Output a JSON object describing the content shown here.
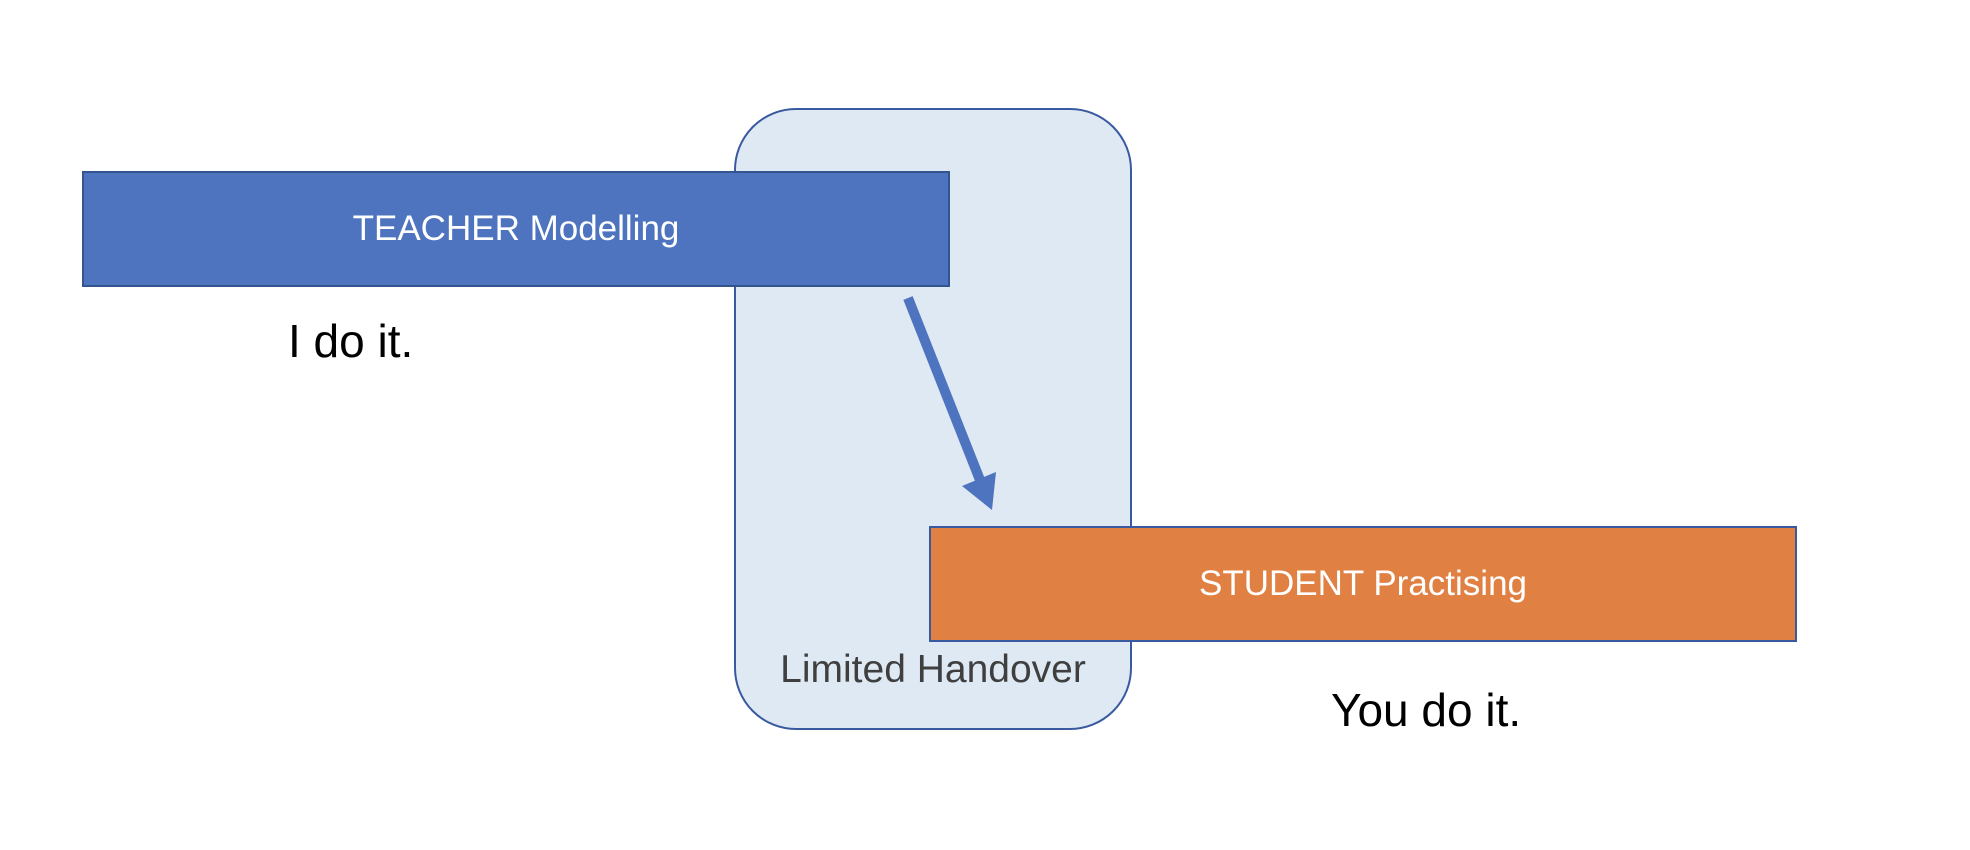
{
  "diagram": {
    "teacher": {
      "label": "TEACHER Modelling",
      "caption": "I do it.",
      "color": "#4e74bf"
    },
    "student": {
      "label": "STUDENT Practising",
      "caption": "You do it.",
      "color": "#e08043"
    },
    "handover": {
      "label": "Limited Handover",
      "fill_color": "#dfe9f4",
      "border_color": "#3a5aa0"
    },
    "arrow": {
      "icon": "arrow-down-right-icon",
      "color": "#4e74bf",
      "from": "teacher",
      "to": "student"
    }
  }
}
